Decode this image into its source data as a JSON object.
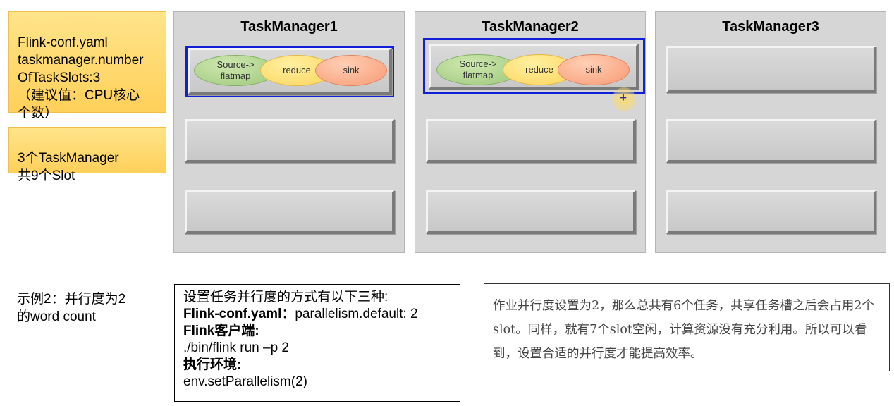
{
  "notes": {
    "config": "Flink-conf.yaml\ntaskmanager.number\nOfTaskSlots:3\n（建议值：CPU核心\n个数）",
    "total": "3个TaskManager\n共9个Slot"
  },
  "task_managers": [
    {
      "title": "TaskManager1"
    },
    {
      "title": "TaskManager2"
    },
    {
      "title": "TaskManager3"
    }
  ],
  "operators": {
    "source": "Source->\nflatmap",
    "reduce": "reduce",
    "sink": "sink"
  },
  "example": "示例2：并行度为2\n的word count",
  "methods": {
    "heading": "设置任务并行度的方式有以下三种:",
    "conf_key": "Flink-conf.yaml",
    "conf_value": "：parallelism.default: 2",
    "client_label": "Flink客户端:",
    "client_cmd": "./bin/flink run –p 2",
    "env_label": "执行环境:",
    "env_cmd": "env.setParallelism(2)"
  },
  "description": "作业并行度设置为2，那么总共有6个任务，共享任务槽之后会占用2个slot。同样，就有7个slot空闲，计算资源没有充分利用。所以可以看到，设置合适的并行度才能提高效率。",
  "colors": {
    "active_slot_border": "#1020d8",
    "note_background": "#ffd966",
    "task_manager_background": "#d6d6d6"
  }
}
